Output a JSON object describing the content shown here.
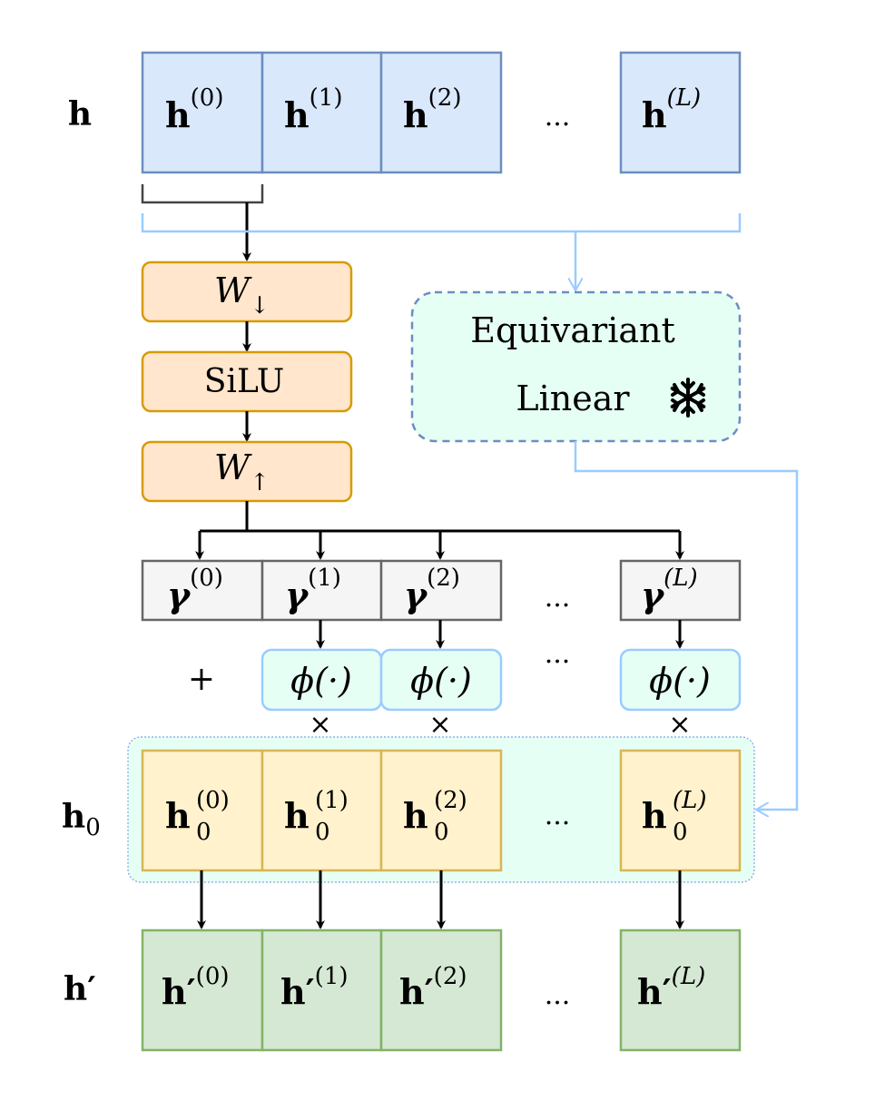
{
  "rows": {
    "h": {
      "label_main": "h",
      "label_sub": "",
      "cells": [
        {
          "main": "h",
          "prime": "",
          "sub": "",
          "sup": "(0)"
        },
        {
          "main": "h",
          "prime": "",
          "sub": "",
          "sup": "(1)"
        },
        {
          "main": "h",
          "prime": "",
          "sub": "",
          "sup": "(2)"
        },
        {
          "main": "h",
          "prime": "",
          "sub": "",
          "sup": "(L)"
        }
      ],
      "fill": "#dae8fc",
      "stroke": "#6c8ebf"
    },
    "gamma": {
      "cells": [
        {
          "main": "γ",
          "sup": "(0)"
        },
        {
          "main": "γ",
          "sup": "(1)"
        },
        {
          "main": "γ",
          "sup": "(2)"
        },
        {
          "main": "γ",
          "sup": "(L)"
        }
      ],
      "fill": "#f5f5f5",
      "stroke": "#666666"
    },
    "phi": {
      "plus": "+",
      "cells": [
        "ϕ(·)",
        "ϕ(·)",
        "ϕ(·)"
      ],
      "times": "×",
      "fill": "#e6fff5",
      "stroke": "#99ccff"
    },
    "h0": {
      "label_main": "h",
      "label_sub": "0",
      "cells": [
        {
          "main": "h",
          "prime": "",
          "sub": "0",
          "sup": "(0)"
        },
        {
          "main": "h",
          "prime": "",
          "sub": "0",
          "sup": "(1)"
        },
        {
          "main": "h",
          "prime": "",
          "sub": "0",
          "sup": "(2)"
        },
        {
          "main": "h",
          "prime": "",
          "sub": "0",
          "sup": "(L)"
        }
      ],
      "fill": "#fff2cc",
      "stroke": "#d6b656",
      "group_fill": "#e6fff5",
      "group_stroke": "#7ea6e0"
    },
    "hprime": {
      "label_main": "h",
      "label_prime": "′",
      "cells": [
        {
          "main": "h",
          "prime": "′",
          "sub": "",
          "sup": "(0)"
        },
        {
          "main": "h",
          "prime": "′",
          "sub": "",
          "sup": "(1)"
        },
        {
          "main": "h",
          "prime": "′",
          "sub": "",
          "sup": "(2)"
        },
        {
          "main": "h",
          "prime": "′",
          "sub": "",
          "sup": "(L)"
        }
      ],
      "fill": "#d5e8d4",
      "stroke": "#82b366"
    }
  },
  "ellipsis": "...",
  "mlp": {
    "w_down": {
      "main": "W",
      "sub": "↓"
    },
    "activation": "SiLU",
    "w_up": {
      "main": "W",
      "sub": "↑"
    },
    "fill": "#ffe6cc",
    "stroke": "#d79b00"
  },
  "equivariant_linear": {
    "line1": "Equivariant",
    "line2": "Linear",
    "frozen_icon": "snowflake-icon",
    "fill": "#e6fff5",
    "stroke": "#6c8ebf"
  },
  "colors": {
    "arrow": "#000000",
    "bracket": "#444444",
    "light_connector": "#99ccff"
  }
}
